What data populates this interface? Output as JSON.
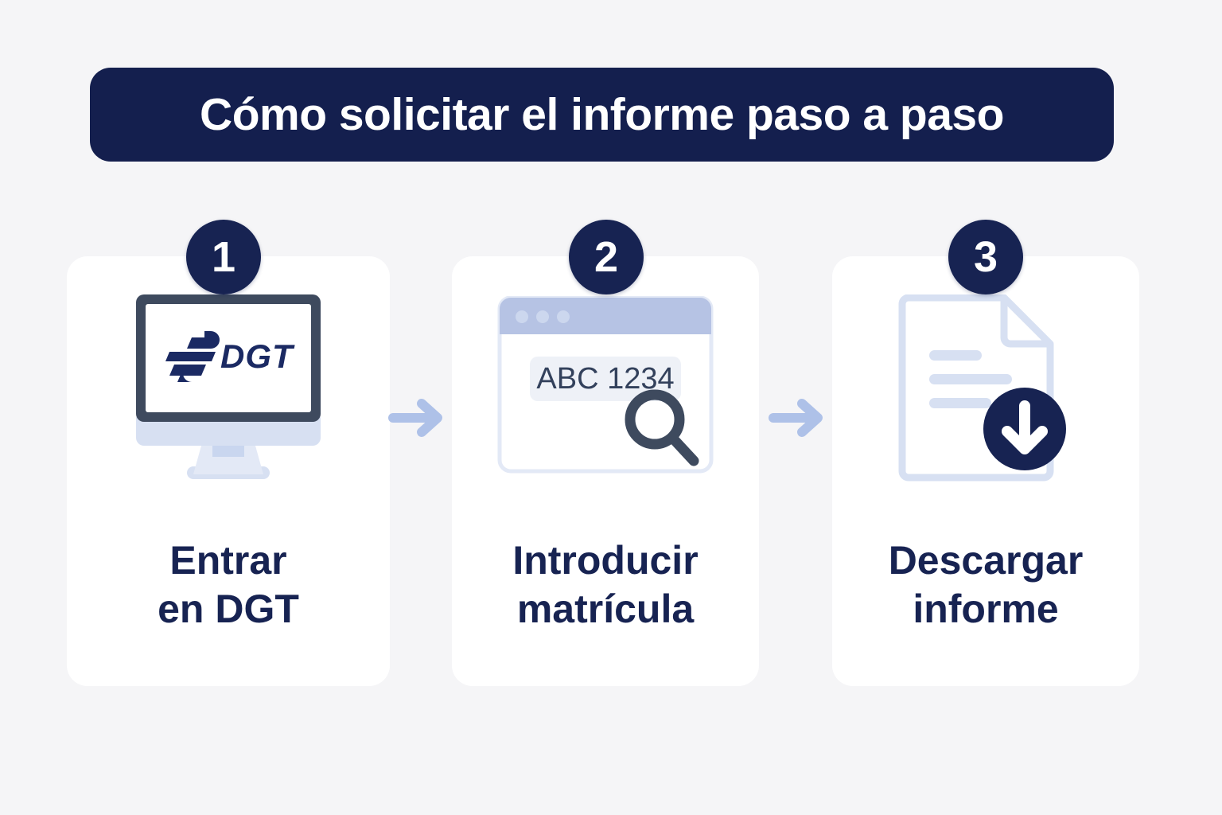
{
  "header": {
    "title": "Cómo solicitar el informe paso a paso"
  },
  "theme": {
    "page_background": "#f5f5f7",
    "banner_background": "#141f4e",
    "banner_text": "#ffffff",
    "card_background": "#ffffff",
    "badge_background": "#172352",
    "badge_text": "#ffffff",
    "label_text": "#172352",
    "arrow_color": "#aec1e8",
    "icon_light_blue": "#d7e0f2",
    "icon_slate": "#3e4a5e",
    "browser_titlebar": "#b6c3e4"
  },
  "steps": [
    {
      "number": "1",
      "icon": "desktop-monitor-dgt-icon",
      "screen_logo": "DGT",
      "label_line1": "Entrar",
      "label_line2": "en DGT"
    },
    {
      "number": "2",
      "icon": "browser-window-search-icon",
      "plate_value": "ABC 1234",
      "label_line1": "Introducir",
      "label_line2": "matrícula"
    },
    {
      "number": "3",
      "icon": "document-download-icon",
      "label_line1": "Descargar",
      "label_line2": "informe"
    }
  ],
  "connectors": [
    {
      "name": "arrow-step1-to-step2"
    },
    {
      "name": "arrow-step2-to-step3"
    }
  ]
}
